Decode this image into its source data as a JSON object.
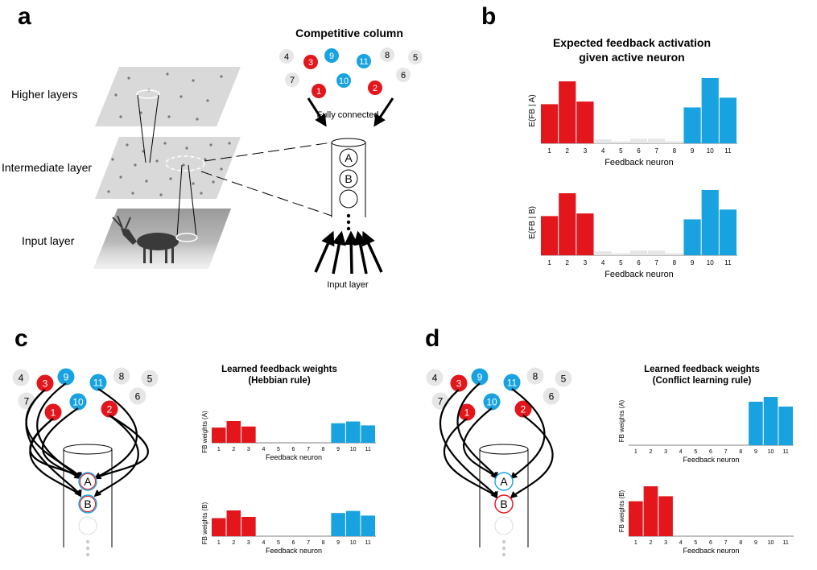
{
  "panel_letters": {
    "a": "a",
    "b": "b",
    "c": "c",
    "d": "d"
  },
  "panel_a": {
    "layer_labels": {
      "higher": "Higher layers",
      "intermediate": "Intermediate layer",
      "input": "Input layer"
    },
    "column_title": "Competitive column",
    "fully_connected": "Fully connected",
    "input_label": "Input layer",
    "column_units": {
      "a": "A",
      "b": "B"
    },
    "neurons": [
      "1",
      "2",
      "3",
      "4",
      "5",
      "6",
      "7",
      "8",
      "9",
      "10",
      "11"
    ]
  },
  "panel_b": {
    "title_line1": "Expected feedback activation",
    "title_line2": "given active neuron",
    "chart_data": [
      {
        "type": "bar",
        "ylabel": "E(FB | A)",
        "xlabel": "Feedback neuron",
        "categories": [
          "1",
          "2",
          "3",
          "4",
          "5",
          "6",
          "7",
          "8",
          "9",
          "10",
          "11"
        ],
        "values": [
          0.6,
          0.95,
          0.64,
          0.06,
          0.03,
          0.07,
          0.07,
          0.03,
          0.55,
          1.0,
          0.7
        ],
        "colors": [
          "#e3161c",
          "#e3161c",
          "#e3161c",
          "#e6e6e6",
          "#e6e6e6",
          "#e6e6e6",
          "#e6e6e6",
          "#e6e6e6",
          "#18a3e0",
          "#18a3e0",
          "#18a3e0"
        ]
      },
      {
        "type": "bar",
        "ylabel": "E(FB | B)",
        "xlabel": "Feedback neuron",
        "categories": [
          "1",
          "2",
          "3",
          "4",
          "5",
          "6",
          "7",
          "8",
          "9",
          "10",
          "11"
        ],
        "values": [
          0.6,
          0.95,
          0.64,
          0.06,
          0.03,
          0.07,
          0.07,
          0.03,
          0.55,
          1.0,
          0.7
        ],
        "colors": [
          "#e3161c",
          "#e3161c",
          "#e3161c",
          "#e6e6e6",
          "#e6e6e6",
          "#e6e6e6",
          "#e6e6e6",
          "#e6e6e6",
          "#18a3e0",
          "#18a3e0",
          "#18a3e0"
        ]
      }
    ]
  },
  "panel_c": {
    "title_line1": "Learned feedback weights",
    "title_line2": "(Hebbian rule)",
    "column_units": {
      "a": "A",
      "b": "B"
    },
    "chart_data": [
      {
        "type": "bar",
        "ylabel": "FB weights (A)",
        "xlabel": "Feedback neuron",
        "categories": [
          "1",
          "2",
          "3",
          "4",
          "5",
          "6",
          "7",
          "8",
          "9",
          "10",
          "11"
        ],
        "values": [
          0.7,
          1.0,
          0.75,
          0,
          0,
          0,
          0,
          0,
          0.9,
          0.98,
          0.8
        ],
        "colors": [
          "#e3161c",
          "#e3161c",
          "#e3161c",
          "#e6e6e6",
          "#e6e6e6",
          "#e6e6e6",
          "#e6e6e6",
          "#e6e6e6",
          "#18a3e0",
          "#18a3e0",
          "#18a3e0"
        ]
      },
      {
        "type": "bar",
        "ylabel": "FB weights (B)",
        "xlabel": "Feedback neuron",
        "categories": [
          "1",
          "2",
          "3",
          "4",
          "5",
          "6",
          "7",
          "8",
          "9",
          "10",
          "11"
        ],
        "values": [
          0.7,
          1.0,
          0.75,
          0,
          0,
          0,
          0,
          0,
          0.9,
          0.98,
          0.8
        ],
        "colors": [
          "#e3161c",
          "#e3161c",
          "#e3161c",
          "#e6e6e6",
          "#e6e6e6",
          "#e6e6e6",
          "#e6e6e6",
          "#e6e6e6",
          "#18a3e0",
          "#18a3e0",
          "#18a3e0"
        ]
      }
    ]
  },
  "panel_d": {
    "title_line1": "Learned feedback weights",
    "title_line2": "(Conflict learning rule)",
    "column_units": {
      "a": "A",
      "b": "B"
    },
    "chart_data": [
      {
        "type": "bar",
        "ylabel": "FB weights (A)",
        "xlabel": "Feedback neuron",
        "categories": [
          "1",
          "2",
          "3",
          "4",
          "5",
          "6",
          "7",
          "8",
          "9",
          "10",
          "11"
        ],
        "values": [
          0,
          0,
          0,
          0,
          0,
          0,
          0,
          0,
          0.9,
          1.0,
          0.8
        ],
        "colors": [
          "#e3161c",
          "#e3161c",
          "#e3161c",
          "#e6e6e6",
          "#e6e6e6",
          "#e6e6e6",
          "#e6e6e6",
          "#e6e6e6",
          "#18a3e0",
          "#18a3e0",
          "#18a3e0"
        ]
      },
      {
        "type": "bar",
        "ylabel": "FB weights (B)",
        "xlabel": "Feedback neuron",
        "categories": [
          "1",
          "2",
          "3",
          "4",
          "5",
          "6",
          "7",
          "8",
          "9",
          "10",
          "11"
        ],
        "values": [
          0.7,
          1.0,
          0.8,
          0,
          0,
          0,
          0,
          0,
          0,
          0,
          0
        ],
        "colors": [
          "#e3161c",
          "#e3161c",
          "#e3161c",
          "#e6e6e6",
          "#e6e6e6",
          "#e6e6e6",
          "#e6e6e6",
          "#e6e6e6",
          "#18a3e0",
          "#18a3e0",
          "#18a3e0"
        ]
      }
    ]
  },
  "colors": {
    "red": "#e3161c",
    "blue": "#18a3e0",
    "grey_neuron": "#e6e6e6",
    "plane": "#d9d9d9"
  }
}
